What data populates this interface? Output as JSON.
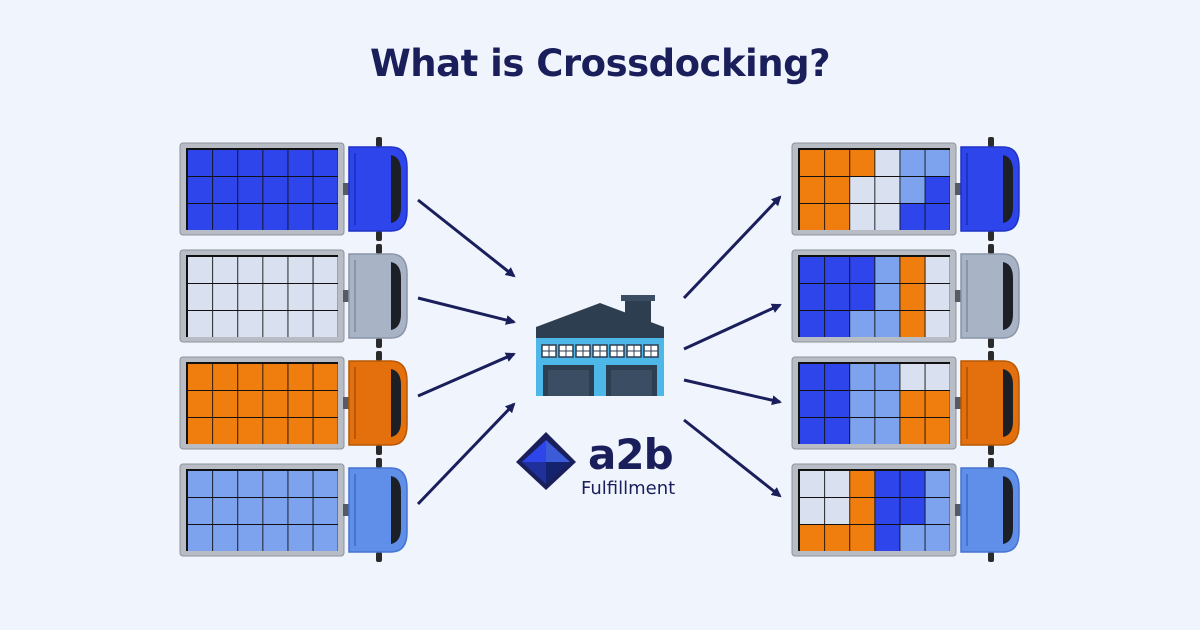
{
  "title": "What is Crossdocking?",
  "brand": {
    "name": "a2b",
    "tagline": "Fulfillment"
  },
  "colors": {
    "background": "#f0f5fd",
    "navy": "#1a1f5c",
    "blue": "#2d45ea",
    "grey": "#d9e0ef",
    "orange": "#f07e0e",
    "light_blue": "#7da3ef"
  },
  "icons": {
    "warehouse": "warehouse-icon",
    "truck": "truck-icon",
    "arrow": "arrow-icon",
    "logo": "a2b-logo"
  },
  "inbound_trucks": [
    {
      "id": "inbound-blue",
      "cab": "blue",
      "cargo": [
        "BBBBBB",
        "BBBBBB",
        "BBBBBB"
      ]
    },
    {
      "id": "inbound-grey",
      "cab": "grey",
      "cargo": [
        "GGGGGG",
        "GGGGGG",
        "GGGGGG"
      ]
    },
    {
      "id": "inbound-orange",
      "cab": "orange",
      "cargo": [
        "OOOOOO",
        "OOOOOO",
        "OOOOOO"
      ]
    },
    {
      "id": "inbound-lightblue",
      "cab": "lightblue",
      "cargo": [
        "LLLLLL",
        "LLLLLL",
        "LLLLLL"
      ]
    }
  ],
  "outbound_trucks": [
    {
      "id": "outbound-blue",
      "cab": "blue",
      "cargo": [
        "OOOGLL",
        "OOGGLB",
        "OOGGBB"
      ]
    },
    {
      "id": "outbound-grey",
      "cab": "grey",
      "cargo": [
        "BBBLOG",
        "BBBLOG",
        "BBLLOG"
      ]
    },
    {
      "id": "outbound-orange",
      "cab": "orange",
      "cargo": [
        "BBLLGG",
        "BBLLOO",
        "BBLLOO"
      ]
    },
    {
      "id": "outbound-lightblue",
      "cab": "lightblue",
      "cargo": [
        "GGOBBL",
        "GGOBBL",
        "OOOBLL"
      ]
    }
  ]
}
